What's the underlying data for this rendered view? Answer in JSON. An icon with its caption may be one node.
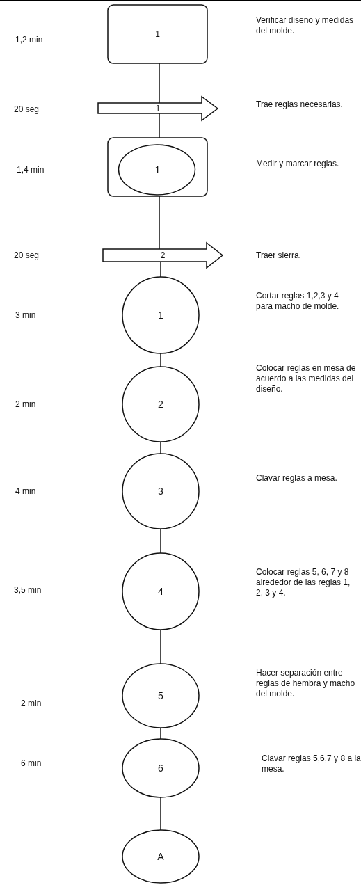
{
  "diagram": {
    "nodes": [
      {
        "text": [
          "1"
        ]
      },
      {
        "text": [
          "1"
        ]
      },
      {
        "text": [
          "1"
        ]
      },
      {
        "text": [
          "2"
        ]
      },
      {
        "text": [
          "1"
        ]
      },
      {
        "text": [
          "2"
        ]
      },
      {
        "text": [
          "3"
        ]
      },
      {
        "text": [
          "4"
        ]
      },
      {
        "text": [
          "5"
        ]
      },
      {
        "text": [
          "6"
        ]
      },
      {
        "text": [
          "A"
        ]
      }
    ],
    "edges": [
      {
        "from": 0,
        "to": 1,
        "arrow": "none"
      },
      {
        "from": 1,
        "to": 2,
        "arrow": "none"
      },
      {
        "from": 2,
        "to": 3,
        "arrow": "none"
      },
      {
        "from": 3,
        "to": 4,
        "arrow": "none"
      },
      {
        "from": 4,
        "to": 5,
        "arrow": "none"
      },
      {
        "from": 5,
        "to": 6,
        "arrow": "none"
      },
      {
        "from": 6,
        "to": 7,
        "arrow": "none"
      },
      {
        "from": 7,
        "to": 8,
        "arrow": "none"
      },
      {
        "from": 8,
        "to": 9,
        "arrow": "none"
      },
      {
        "from": 9,
        "to": 10,
        "arrow": "none"
      }
    ],
    "labels": [
      "1,2 min",
      "Verificar diseño y medidas del molde.",
      "20 seg",
      "Trae reglas necesarias.",
      "1,4 min",
      "Medir y marcar reglas.",
      "20 seg",
      "Traer sierra.",
      "3 min",
      "Cortar reglas 1,2,3 y 4 para macho de molde.",
      "2 min",
      "Colocar reglas en mesa de acuerdo a las medidas del diseño.",
      "4 min",
      "Clavar reglas a mesa.",
      "3,5 min",
      "Colocar reglas 5, 6, 7 y 8 alrededor de las reglas 1, 2, 3 y 4.",
      "2 min",
      "Hacer separación entre reglas de hembra y macho del molde.",
      "6 min",
      "Clavar reglas 5,6,7 y 8 a la mesa."
    ]
  }
}
